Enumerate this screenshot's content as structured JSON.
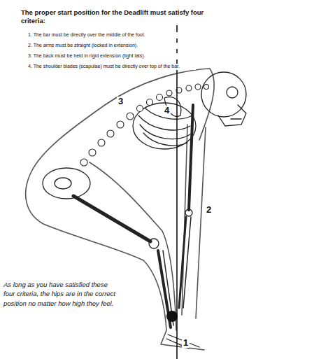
{
  "diagram": {
    "title": "The proper start position for the Deadlift must satisfy four criteria:",
    "labels": [
      "1. The bar must be directly over the middle of the foot.",
      "2. The arms must be straight (locked in extension).",
      "3. The back must be held in rigid extension (tight lats).",
      "4. The shoulder blades (scapulae) must be directly over top of the bar.",
      "3",
      "4",
      "2",
      "1",
      "As long as you have satisfied these four criteria, the hips are in the correct position no matter how high they feel."
    ]
  }
}
